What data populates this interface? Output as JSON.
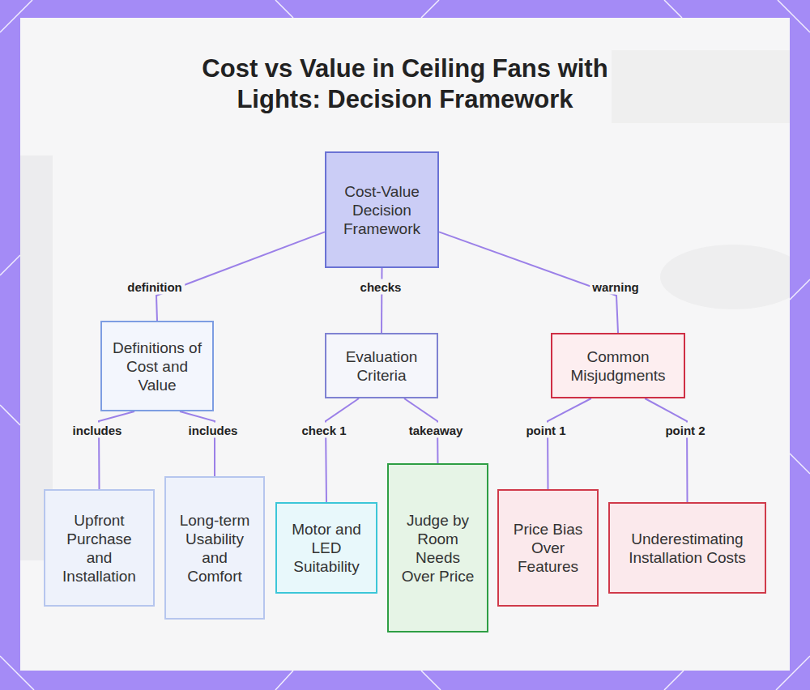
{
  "diagram": {
    "title": "Cost vs Value in Ceiling Fans with Lights: Decision Framework",
    "nodes": [
      {
        "text": [
          "Cost-Value Decision Framework"
        ]
      },
      {
        "text": [
          "Definitions of Cost and Value"
        ]
      },
      {
        "text": [
          "Evaluation Criteria"
        ]
      },
      {
        "text": [
          "Common Misjudgments"
        ]
      },
      {
        "text": [
          "Upfront Purchase and Installation"
        ]
      },
      {
        "text": [
          "Long-term Usability and Comfort"
        ]
      },
      {
        "text": [
          "Motor and LED Suitability"
        ]
      },
      {
        "text": [
          "Judge by Room Needs Over Price"
        ]
      },
      {
        "text": [
          "Price Bias Over Features"
        ]
      },
      {
        "text": [
          "Underestimating Installation Costs"
        ]
      }
    ],
    "edges": [
      {
        "from": 0,
        "to": 1,
        "label": "definition",
        "arrow": "none"
      },
      {
        "from": 0,
        "to": 2,
        "label": "checks",
        "arrow": "none"
      },
      {
        "from": 0,
        "to": 3,
        "label": "warning",
        "arrow": "none"
      },
      {
        "from": 1,
        "to": 4,
        "label": "includes",
        "arrow": "none"
      },
      {
        "from": 1,
        "to": 5,
        "label": "includes",
        "arrow": "none"
      },
      {
        "from": 2,
        "to": 6,
        "label": "check 1",
        "arrow": "none"
      },
      {
        "from": 2,
        "to": 7,
        "label": "takeaway",
        "arrow": "none"
      },
      {
        "from": 3,
        "to": 8,
        "label": "point 1",
        "arrow": "none"
      },
      {
        "from": 3,
        "to": 9,
        "label": "point 2",
        "arrow": "none"
      }
    ]
  }
}
